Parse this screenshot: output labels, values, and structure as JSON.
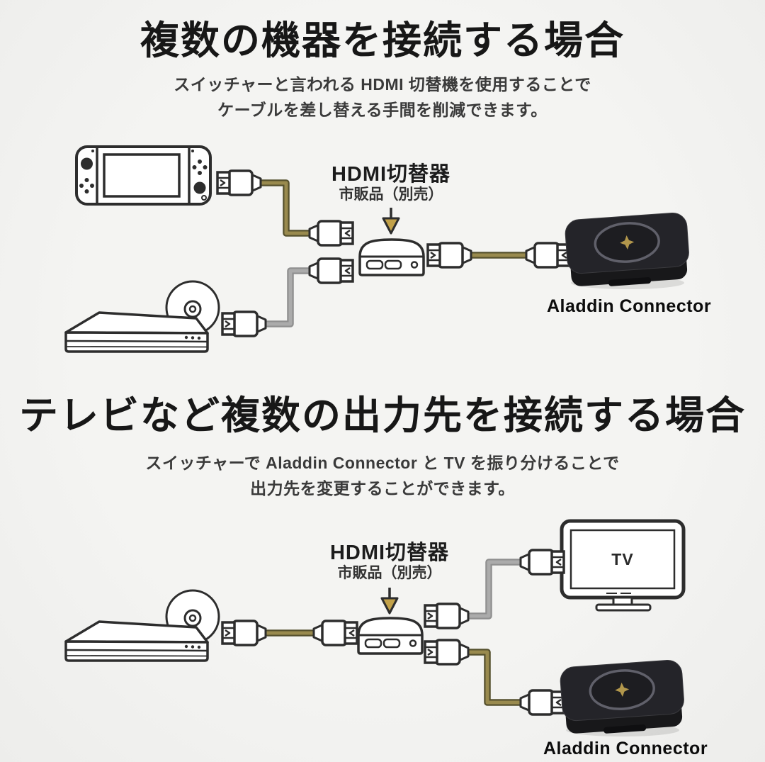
{
  "page": {
    "background": "#f2f2f0"
  },
  "colors": {
    "outline": "#2d2d2d",
    "title_text": "#171717",
    "subtitle_text": "#3a3a3a",
    "gold_cable": "#998a4e",
    "gold_cable_edge": "#55502d",
    "gray_cable": "#ababab",
    "gray_cable_edge": "#8f8f8f",
    "arrow_gold": "#c2a148",
    "device_black": "#242429",
    "logo_gold": "#b2974c"
  },
  "section1": {
    "title": "複数の機器を接続する場合",
    "subtitle_line1": "スイッチャーと言われる HDMI 切替機を使用することで",
    "subtitle_line2": "ケーブルを差し替える手間を削減できます。",
    "switcher_label": "HDMI切替器",
    "switcher_note": "市販品（別売）",
    "device_label": "Aladdin Connector"
  },
  "section2": {
    "title": "テレビなど複数の出力先を接続する場合",
    "subtitle_line1": "スイッチャーで Aladdin Connector と TV を振り分けることで",
    "subtitle_line2": "出力先を変更することができます。",
    "switcher_label": "HDMI切替器",
    "switcher_note": "市販品（別売）",
    "tv_label": "TV",
    "device_label": "Aladdin Connector"
  }
}
